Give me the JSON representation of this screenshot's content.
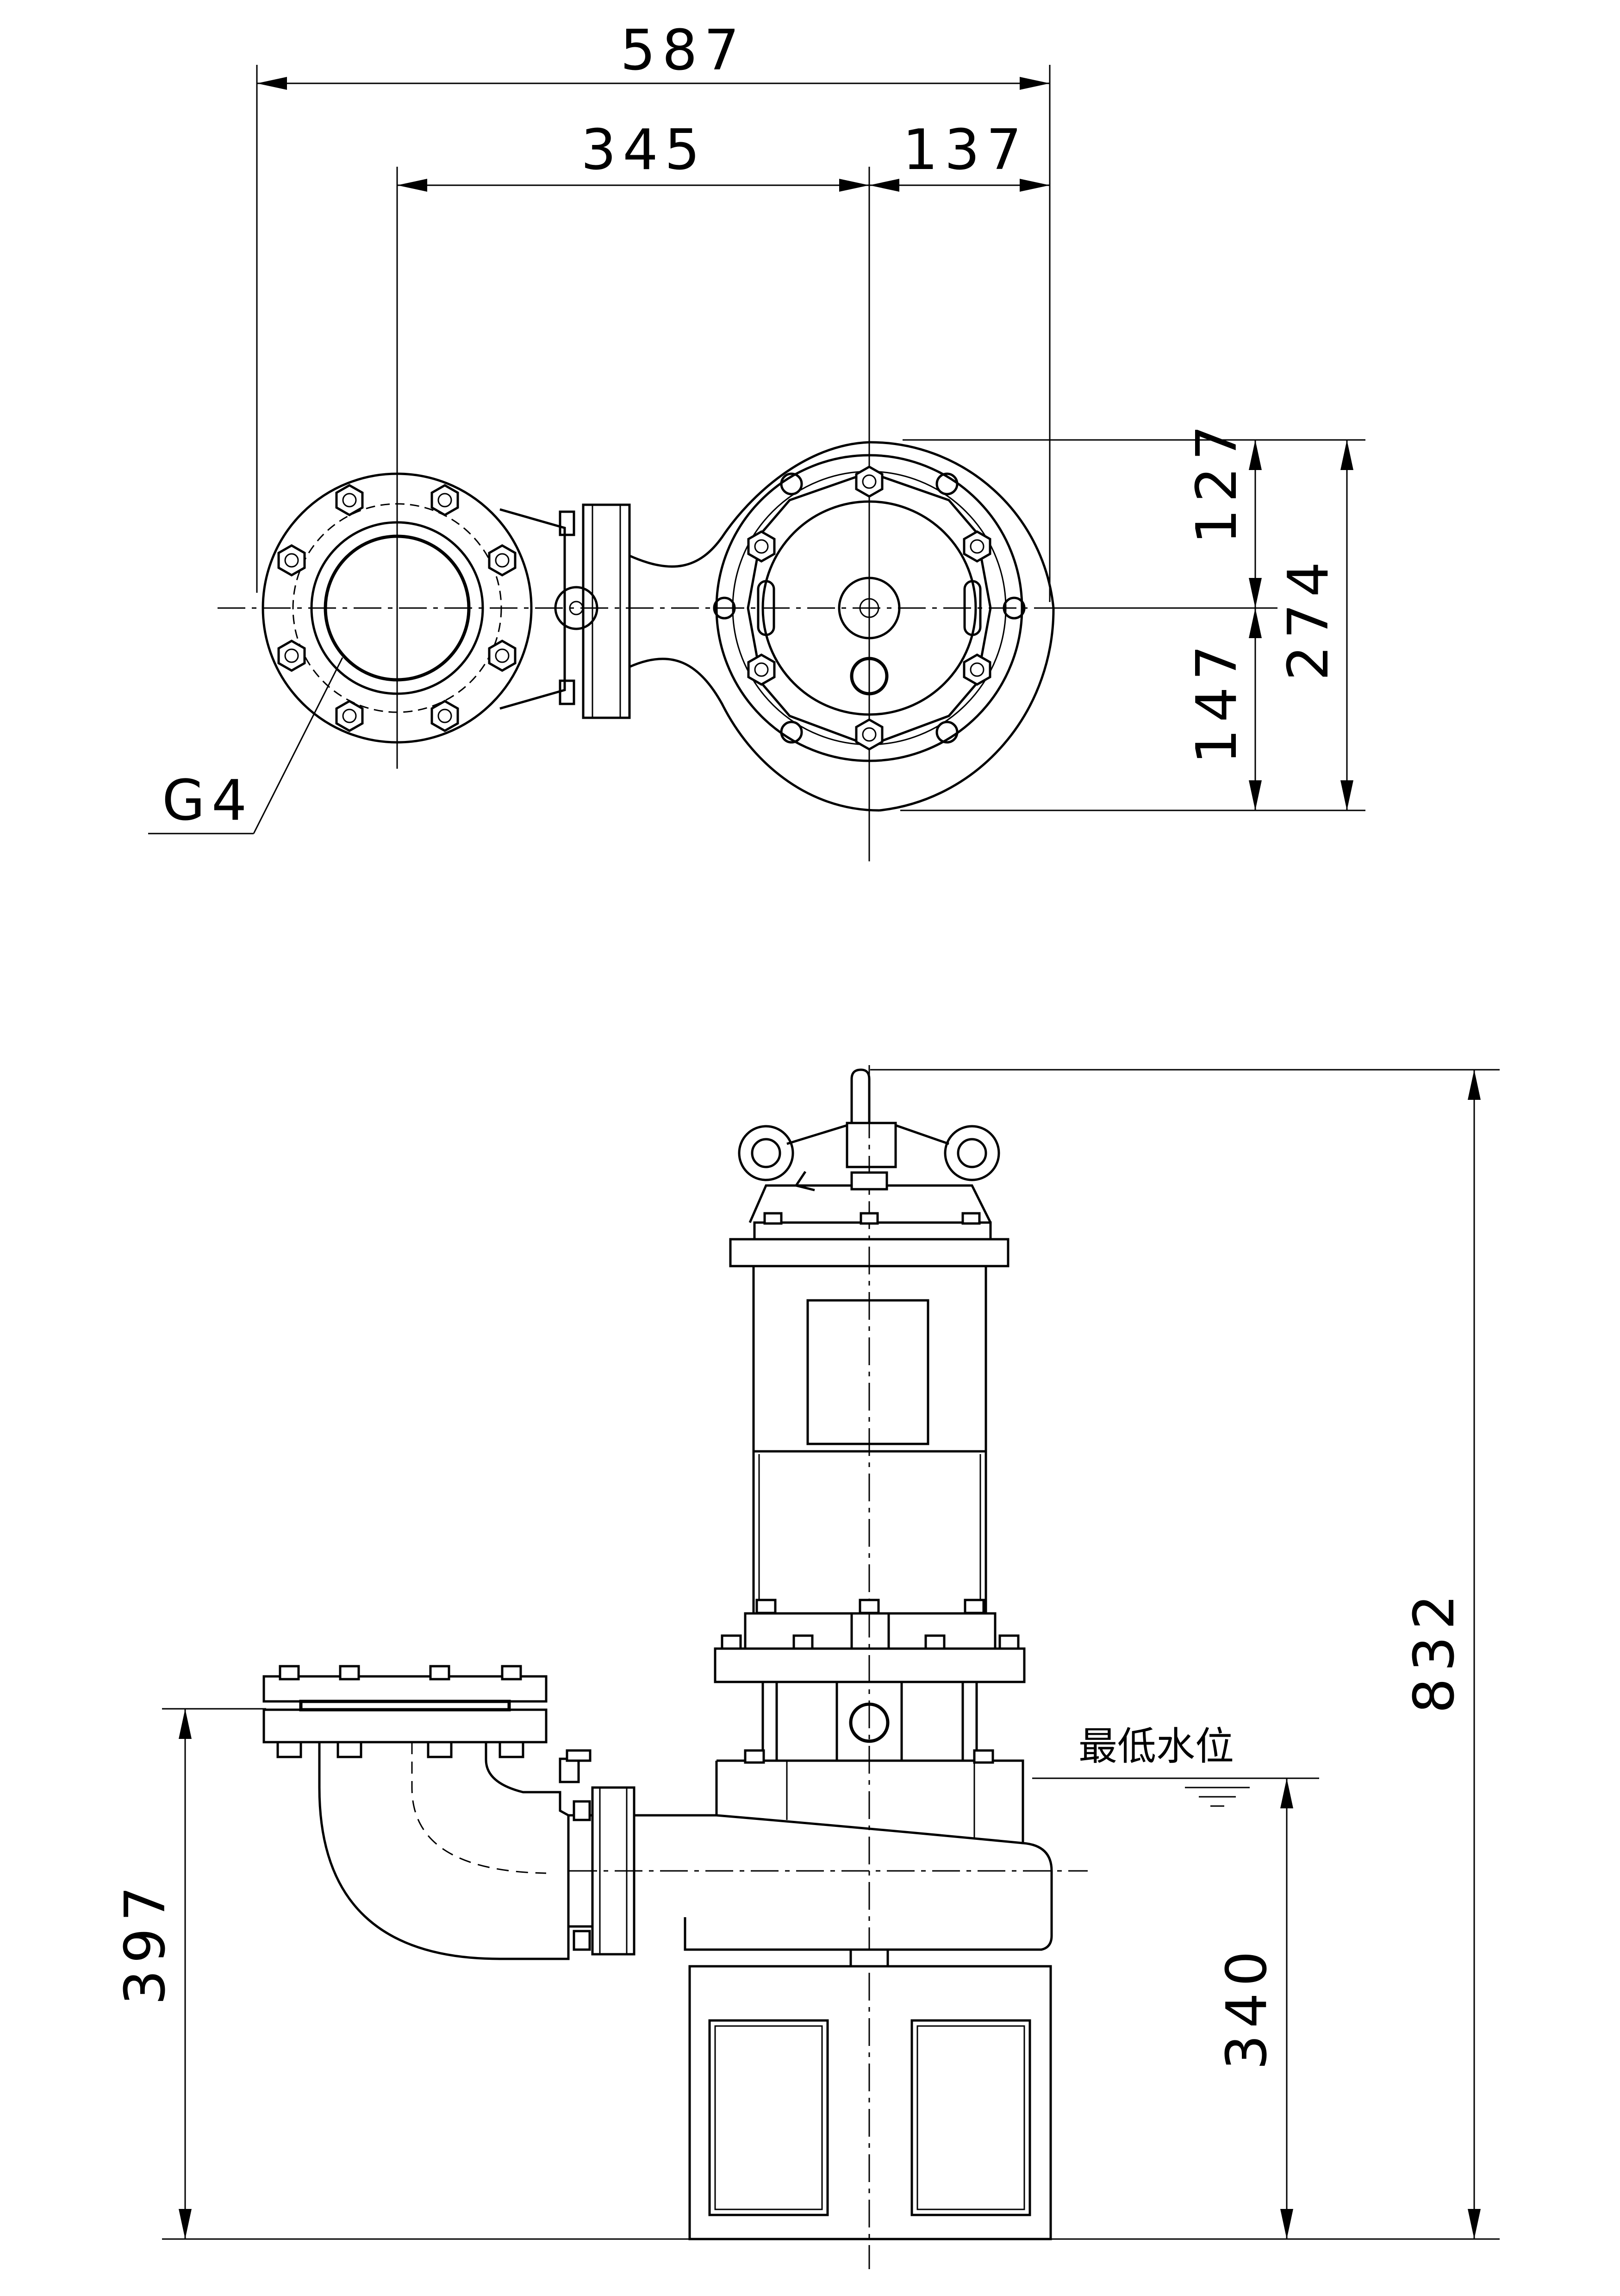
{
  "dimensions": {
    "overall_width": "587",
    "outlet_to_center": "345",
    "center_to_right": "137",
    "top_to_center": "127",
    "center_to_bottom": "147",
    "total_depth": "274",
    "total_height": "832",
    "outlet_height": "397",
    "min_water_height": "340"
  },
  "labels": {
    "outlet_size": "G4",
    "min_water_level": "最低水位"
  }
}
